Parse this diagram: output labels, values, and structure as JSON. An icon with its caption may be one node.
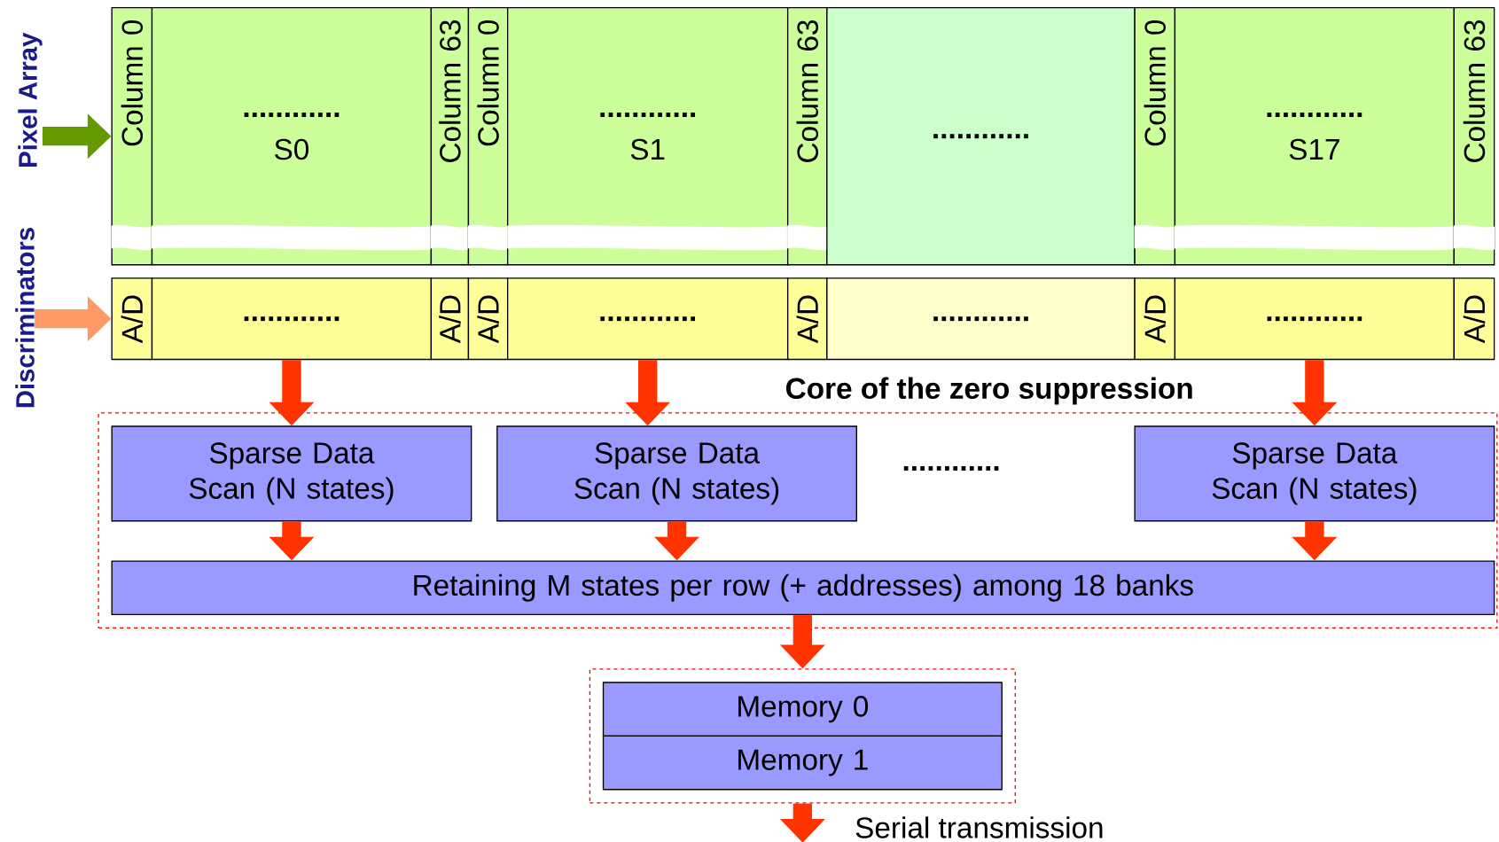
{
  "diagram": {
    "nodes": [
      {
        "text": [
          "Pixel Array"
        ]
      },
      {
        "text": [
          "Discriminators"
        ]
      },
      {
        "text": [
          "Column 0"
        ]
      },
      {
        "text": [
          "............",
          "S0"
        ]
      },
      {
        "text": [
          "Column 63"
        ]
      },
      {
        "text": [
          "Column 0"
        ]
      },
      {
        "text": [
          "............",
          "S1"
        ]
      },
      {
        "text": [
          "Column 63"
        ]
      },
      {
        "text": [
          "............"
        ]
      },
      {
        "text": [
          "Column 0"
        ]
      },
      {
        "text": [
          "............",
          "S17"
        ]
      },
      {
        "text": [
          "Column 63"
        ]
      },
      {
        "text": [
          "A/D"
        ]
      },
      {
        "text": [
          "............"
        ]
      },
      {
        "text": [
          "A/D"
        ]
      },
      {
        "text": [
          "A/D"
        ]
      },
      {
        "text": [
          "............"
        ]
      },
      {
        "text": [
          "A/D"
        ]
      },
      {
        "text": [
          "............"
        ]
      },
      {
        "text": [
          "A/D"
        ]
      },
      {
        "text": [
          "............"
        ]
      },
      {
        "text": [
          "A/D"
        ]
      },
      {
        "text": [
          "Core of the zero suppression"
        ]
      },
      {
        "text": [
          "Sparse Data Scan (N states)"
        ],
        "in": 22
      },
      {
        "text": [
          "Sparse Data Scan (N states)"
        ],
        "in": 22
      },
      {
        "text": [
          "Sparse Data Scan (N states)"
        ],
        "in": 22
      },
      {
        "text": [
          "Retaining M states per row (+ addresses) among 18 banks"
        ],
        "in": 22
      },
      {
        "text": [],
        "shape": "box"
      },
      {
        "text": [
          "Memory 0"
        ],
        "in": 27
      },
      {
        "text": [
          "Memory 1"
        ],
        "in": 27
      }
    ],
    "edges": [
      {
        "from": 0,
        "to": 2,
        "arrow": "to",
        "color": "#669900"
      },
      {
        "from": 1,
        "to": 12,
        "arrow": "to",
        "color": "#ff9966"
      },
      {
        "from": 13,
        "to": 23,
        "arrow": "to"
      },
      {
        "from": 16,
        "to": 24,
        "arrow": "to"
      },
      {
        "from": 20,
        "to": 25,
        "arrow": "to"
      },
      {
        "from": 23,
        "to": 26,
        "arrow": "to"
      },
      {
        "from": 24,
        "to": 26,
        "arrow": "to"
      },
      {
        "from": 25,
        "to": 26,
        "arrow": "to"
      },
      {
        "from": 26,
        "to": 27,
        "arrow": "to"
      },
      {
        "from": 27,
        "to": null,
        "arrow": "to",
        "label": "Serial transmission"
      }
    ],
    "labels": [
      "............"
    ]
  }
}
